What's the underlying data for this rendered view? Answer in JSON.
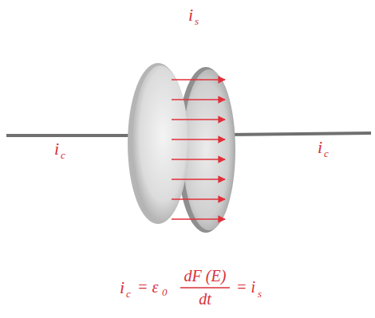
{
  "diagram": {
    "labels": [
      "i",
      "s",
      "i",
      "c",
      "i",
      "c",
      "i",
      "c",
      "= ε",
      "0",
      "dF (E)",
      "dt",
      "= i",
      "s"
    ]
  }
}
